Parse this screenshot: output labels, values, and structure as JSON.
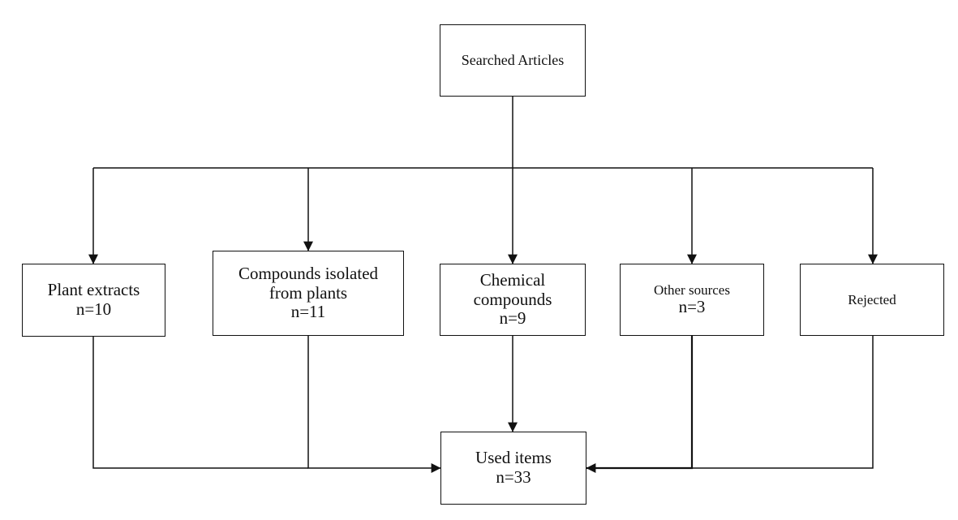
{
  "diagram": {
    "nodes": {
      "root": {
        "label": "Searched Articles"
      },
      "plant_extracts": {
        "title": "Plant extracts",
        "count": "n=10"
      },
      "compounds_isolated": {
        "title_line1": "Compounds isolated",
        "title_line2": "from plants",
        "count": "n=11"
      },
      "chemical_compounds": {
        "title_line1": "Chemical",
        "title_line2": "compounds",
        "count": "n=9"
      },
      "other_sources": {
        "title": "Other sources",
        "count": "n=3"
      },
      "rejected": {
        "title": "Rejected"
      },
      "used_items": {
        "title": "Used items",
        "count": "n=33"
      }
    },
    "edges": [
      {
        "from": "Searched Articles",
        "to": "Plant extracts"
      },
      {
        "from": "Searched Articles",
        "to": "Compounds isolated from plants"
      },
      {
        "from": "Searched Articles",
        "to": "Chemical compounds"
      },
      {
        "from": "Searched Articles",
        "to": "Other sources"
      },
      {
        "from": "Searched Articles",
        "to": "Rejected"
      },
      {
        "from": "Plant extracts",
        "to": "Used items"
      },
      {
        "from": "Compounds isolated from plants",
        "to": "Used items"
      },
      {
        "from": "Chemical compounds",
        "to": "Used items"
      },
      {
        "from": "Other sources",
        "to": "Used items"
      },
      {
        "from": "Rejected",
        "to": "Used items"
      }
    ]
  }
}
